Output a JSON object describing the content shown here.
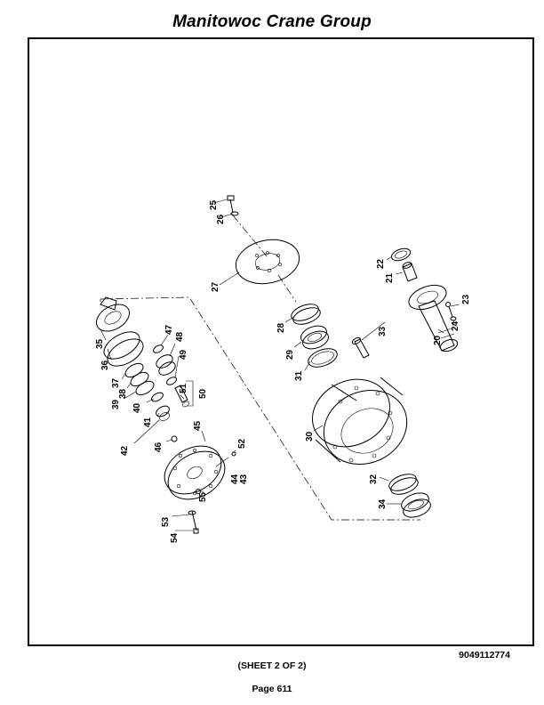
{
  "header": {
    "title": "Manitowoc Crane Group"
  },
  "diagram": {
    "part_labels": [
      "20",
      "21",
      "22",
      "23",
      "24",
      "25",
      "26",
      "27",
      "28",
      "29",
      "30",
      "31",
      "32",
      "33",
      "34",
      "35",
      "36",
      "37",
      "38",
      "39",
      "40",
      "41",
      "42",
      "43",
      "44",
      "45",
      "46",
      "47",
      "48",
      "49",
      "50",
      "51",
      "52",
      "53",
      "54",
      "55"
    ]
  },
  "footer": {
    "drawing_number": "9049112774",
    "sheet": "(SHEET 2 OF 2)",
    "page": "Page 611"
  }
}
